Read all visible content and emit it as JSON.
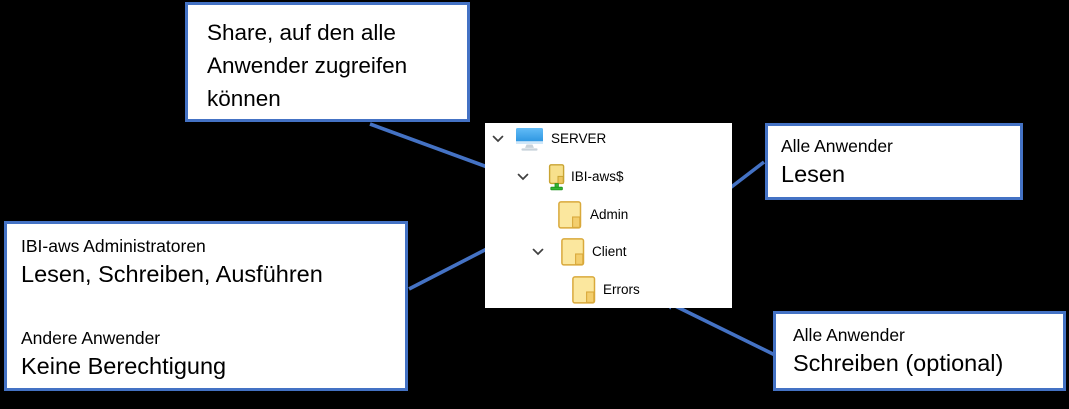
{
  "colors": {
    "accent": "#4472C4",
    "background": "#000000",
    "panel_background": "#FFFFFF",
    "folder_fill": "#FBE79E",
    "folder_border": "#D9A93B",
    "share_green": "#33B733",
    "screen_blue": "#2C9BE8"
  },
  "callouts": {
    "share": {
      "lines": [
        "Share, auf den alle",
        "Anwender zugreifen",
        "können"
      ]
    },
    "admins": {
      "group1_title": "IBI-aws Administratoren",
      "group1_value": "Lesen, Schreiben, Ausführen",
      "group2_title": "Andere Anwender",
      "group2_value": "Keine Berechtigung"
    },
    "lesen": {
      "title": "Alle Anwender",
      "value": "Lesen"
    },
    "schreiben": {
      "title": "Alle Anwender",
      "value": "Schreiben (optional)"
    }
  },
  "tree": {
    "items": [
      {
        "label": "SERVER",
        "icon": "computer-icon",
        "expanded": true,
        "level": 0
      },
      {
        "label": "IBI-aws$",
        "icon": "shared-folder-icon",
        "expanded": true,
        "level": 1
      },
      {
        "label": "Admin",
        "icon": "folder-icon",
        "expanded": false,
        "level": 2
      },
      {
        "label": "Client",
        "icon": "folder-icon",
        "expanded": true,
        "level": 2
      },
      {
        "label": "Errors",
        "icon": "folder-icon",
        "expanded": false,
        "level": 3
      }
    ]
  }
}
